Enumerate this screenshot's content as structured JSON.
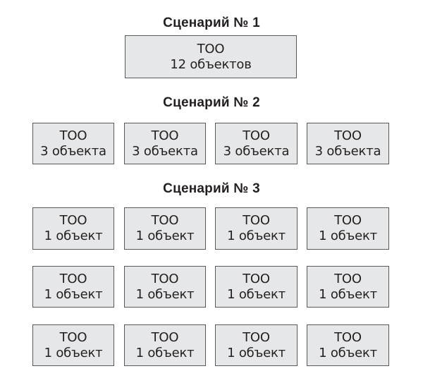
{
  "scenarios": [
    {
      "title": "Сценарий № 1",
      "boxes": [
        {
          "name": "ТОО",
          "count": "12 объектов"
        }
      ]
    },
    {
      "title": "Сценарий № 2",
      "boxes": [
        {
          "name": "ТОО",
          "count": "3 объекта"
        },
        {
          "name": "ТОО",
          "count": "3 объекта"
        },
        {
          "name": "ТОО",
          "count": "3 объекта"
        },
        {
          "name": "ТОО",
          "count": "3 объекта"
        }
      ]
    },
    {
      "title": "Сценарий № 3",
      "boxes": [
        {
          "name": "ТОО",
          "count": "1 объект"
        },
        {
          "name": "ТОО",
          "count": "1 объект"
        },
        {
          "name": "ТОО",
          "count": "1 объект"
        },
        {
          "name": "ТОО",
          "count": "1 объект"
        },
        {
          "name": "ТОО",
          "count": "1 объект"
        },
        {
          "name": "ТОО",
          "count": "1 объект"
        },
        {
          "name": "ТОО",
          "count": "1 объект"
        },
        {
          "name": "ТОО",
          "count": "1 объект"
        },
        {
          "name": "ТОО",
          "count": "1 объект"
        },
        {
          "name": "ТОО",
          "count": "1 объект"
        },
        {
          "name": "ТОО",
          "count": "1 объект"
        },
        {
          "name": "ТОО",
          "count": "1 объект"
        }
      ]
    }
  ]
}
